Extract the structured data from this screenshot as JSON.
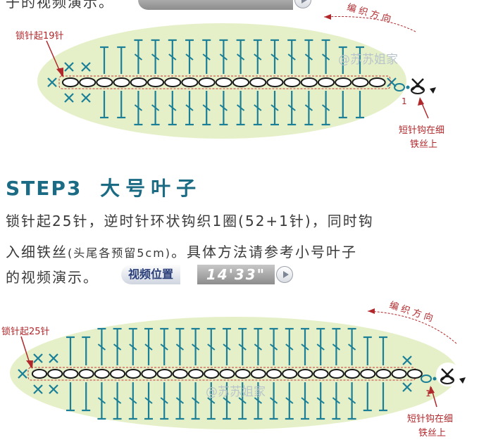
{
  "top_fragment": "子的视频演示。",
  "diagram1": {
    "start_label": "锁针起19针",
    "direction_label": "编 织 方 向",
    "watermark": "@苏苏姐家",
    "number": "1",
    "note_line1": "短针钩在细",
    "note_line2": "铁丝上"
  },
  "step3": {
    "title_latin": "STEP3",
    "title_cjk": "大号叶子",
    "line1": "锁针起25针，逆时针环状钩织1圈(52+1针)，同时钩",
    "line2_a": "入细铁丝",
    "line2_b": "(头尾各预留5cm)",
    "line2_c": "。具体方法请参考小号叶子",
    "line3": "的视频演示。",
    "video_label": "视频位置",
    "video_time": "14'33\""
  },
  "diagram2": {
    "start_label": "锁针起25针",
    "direction_label": "编 织 方 向",
    "watermark": "@苏苏姐家",
    "number": "1",
    "note_line1": "短针钩在细",
    "note_line2": "铁丝上"
  },
  "colors": {
    "leaf_fill": "#e5f0c8",
    "stitch_blue": "#1a7f97",
    "chain_black": "#1a1a1a",
    "accent_red": "#b0282c"
  }
}
